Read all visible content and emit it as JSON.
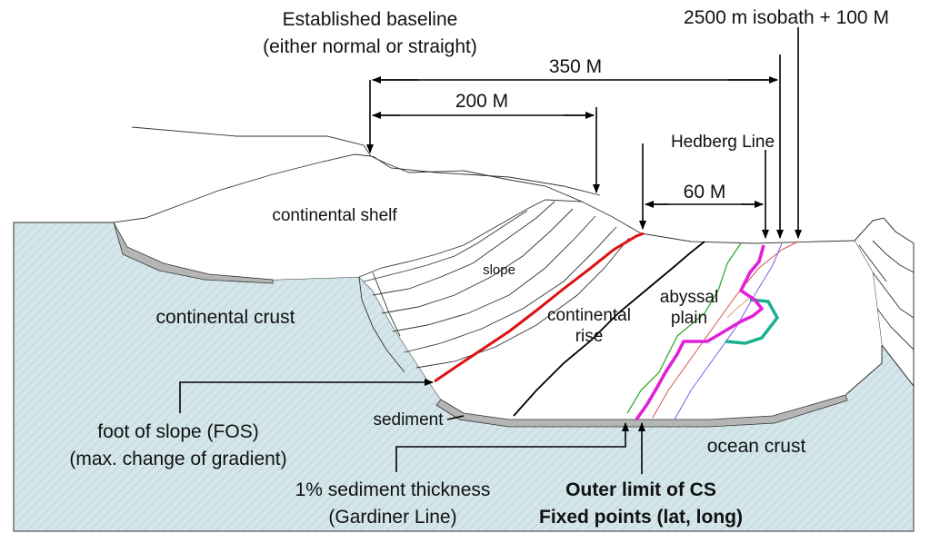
{
  "labels": {
    "established_baseline": "Established baseline",
    "baseline_type": "(either normal or straight)",
    "isobath": "2500 m isobath + 100 M",
    "dist_350": "350 M",
    "dist_200": "200 M",
    "hedberg": "Hedberg Line",
    "dist_60": "60 M",
    "continental_shelf": "continental shelf",
    "slope": "slope",
    "continental_crust": "continental crust",
    "continental_rise_1": "continental",
    "continental_rise_2": "rise",
    "abyssal_1": "abyssal",
    "abyssal_2": "plain",
    "sediment": "sediment",
    "ocean_crust": "ocean crust",
    "fos_1": "foot of slope (FOS)",
    "fos_2": "(max. change of gradient)",
    "gardiner_1": "1% sediment thickness",
    "gardiner_2": "(Gardiner Line)",
    "outer_limit": "Outer limit of CS",
    "fixed_points": "Fixed points (lat, long)"
  },
  "colors": {
    "crust_fill": "#d4e6ea",
    "crust_hatch": "#9fbfc6",
    "sediment": "#b5b5b5",
    "foot_of_slope_line": "#dd1111",
    "outer_limit_line": "#e020d8",
    "gardiner_line": "#33aa33",
    "isobath_line": "#18b090",
    "hedberg_line": "#8a55e0",
    "rise_350_line": "#d05050",
    "ridge_orange": "#e8a060"
  }
}
